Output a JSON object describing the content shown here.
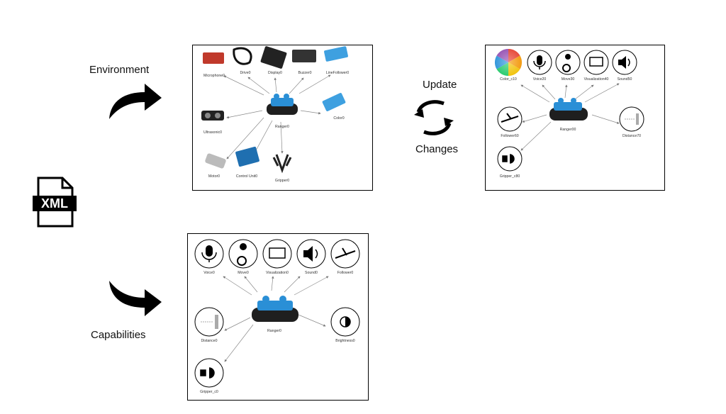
{
  "labels": {
    "environment": "Environment",
    "capabilities": "Capabilities",
    "update": "Update",
    "changes": "Changes",
    "xml": "XML"
  },
  "environment_panel": {
    "center": "Ranger0",
    "nodes": [
      "Microphone0",
      "Drive0",
      "Display0",
      "Buzzer0",
      "LineFollower0",
      "Color0",
      "Ultrasonic0",
      "Motor0",
      "Control Unit0",
      "Gripper0"
    ]
  },
  "updated_panel": {
    "center": "Ranger00",
    "nodes": [
      "Color_c10",
      "Voice20",
      "Move30",
      "Visualization40",
      "Sound50",
      "Follower60",
      "Distance70",
      "Gripper_c80"
    ]
  },
  "capabilities_panel": {
    "center": "Ranger0",
    "nodes": [
      "Voice0",
      "Move0",
      "Visualization0",
      "Sound0",
      "Follower0",
      "Distance0",
      "Brightness0",
      "Gripper_c0"
    ]
  },
  "colors": {
    "robot_blue": "#2a8fd6",
    "arrow": "#000000",
    "frame": "#000000"
  }
}
